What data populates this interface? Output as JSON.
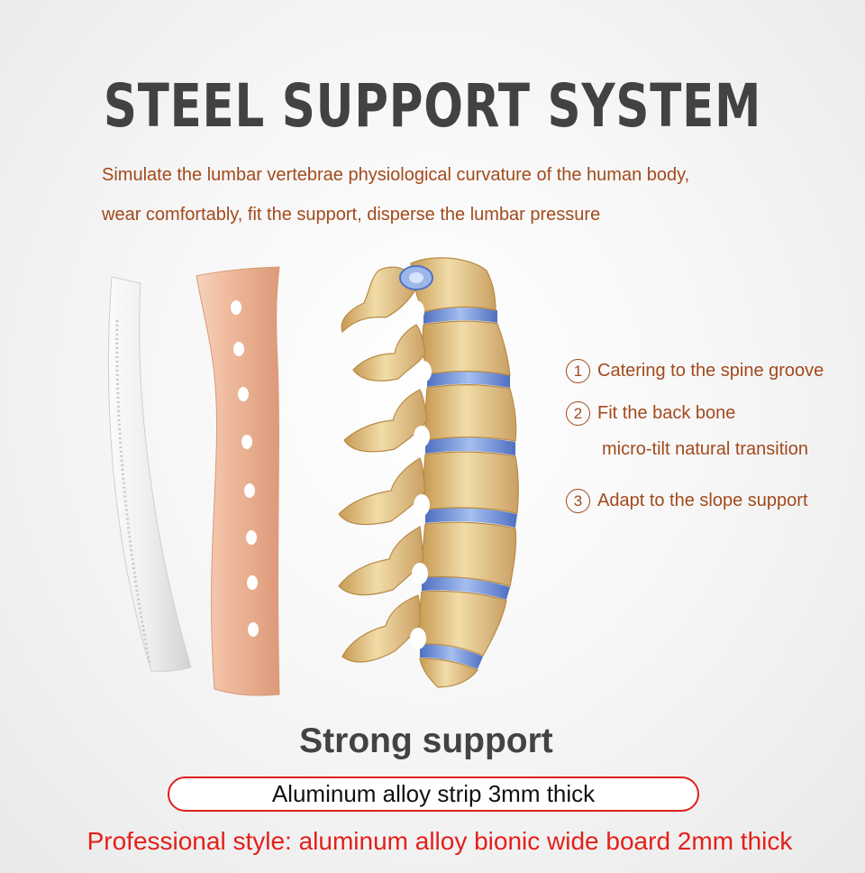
{
  "header": {
    "title": "STEEL SUPPORT SYSTEM",
    "subtitle_line1": "Simulate the lumbar vertebrae physiological curvature of the human body,",
    "subtitle_line2": "wear comfortably, fit the support, disperse the lumbar pressure"
  },
  "features": [
    {
      "number": "1",
      "text": "Catering to the spine groove"
    },
    {
      "number": "2",
      "text": "Fit the back bone",
      "text_line2": "micro-tilt natural transition"
    },
    {
      "number": "3",
      "text": "Adapt to the slope support"
    }
  ],
  "footer": {
    "heading": "Strong support",
    "spec1": "Aluminum alloy strip 3mm thick",
    "spec2": "Professional style: aluminum alloy bionic wide board 2mm thick"
  },
  "colors": {
    "title": "#424242",
    "subtitle": "#a24a1c",
    "accent_red": "#e3201b",
    "bone": "#e9cd93",
    "disc": "#6f8fd3",
    "board": "#eeb79a",
    "strip": "#eeeeee"
  },
  "illustrations": {
    "strip": "aluminum-strip-image",
    "board": "bionic-board-image",
    "spine": "lumbar-spine-image"
  }
}
